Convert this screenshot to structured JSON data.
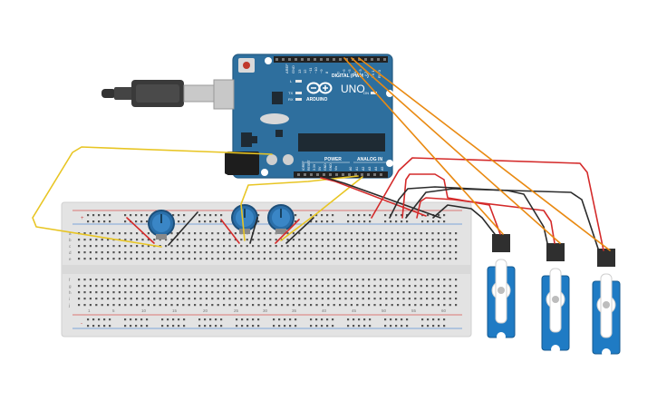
{
  "colors": {
    "background": "#ffffff",
    "arduino_board": "#2e6f9e",
    "arduino_edge": "#245a82",
    "breadboard": "#e3e3e3",
    "wire_red": "#d42a2a",
    "wire_black": "#2b2b2b",
    "wire_yellow": "#e8c523",
    "wire_orange": "#e98a12",
    "servo_body": "#1f7bc4",
    "pot_knob": "#2a6ea8"
  },
  "arduino": {
    "brand": "ARDUINO",
    "model": "UNO",
    "header_digital": "DIGITAL (PWM ~)",
    "header_power": "POWER",
    "header_analog": "ANALOG IN",
    "label_aref": "AREF",
    "label_gnd": "GND",
    "label_l": "L",
    "label_tx": "TX",
    "label_rx": "RX",
    "label_on": "ON",
    "digital_pins": [
      "13",
      "12",
      "~11",
      "~10",
      "~9",
      "8",
      "7",
      "~6",
      "~5",
      "4",
      "~3",
      "2",
      "TX 1",
      "RX 0"
    ],
    "power_pins": [
      "IOREF",
      "RESET",
      "3.3V",
      "5V",
      "GND",
      "GND",
      "Vin"
    ],
    "analog_pins": [
      "A0",
      "A1",
      "A2",
      "A3",
      "A4",
      "A5"
    ]
  },
  "breadboard": {
    "column_numbers": [
      "1",
      "5",
      "10",
      "15",
      "20",
      "25",
      "30",
      "35",
      "40",
      "45",
      "50",
      "55",
      "60"
    ],
    "row_letters_top": [
      "a",
      "b",
      "c",
      "d",
      "e"
    ],
    "row_letters_bottom": [
      "f",
      "g",
      "h",
      "i",
      "j"
    ],
    "rail_plus": "+",
    "rail_minus": "-"
  },
  "icons": {
    "usb_cable": "usb-cable-icon",
    "power_jack": "power-jack-icon",
    "potentiometer": "potentiometer-icon",
    "servo": "servo-motor-icon"
  }
}
